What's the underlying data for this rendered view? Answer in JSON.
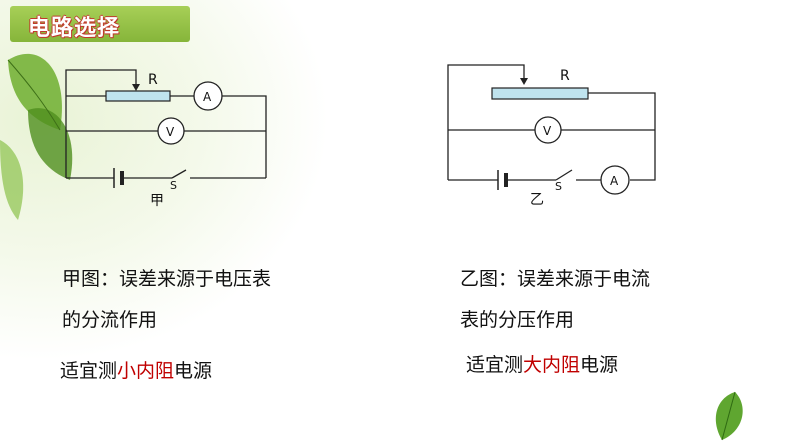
{
  "title": "电路选择",
  "diagram_a": {
    "resistor_label": "R",
    "ammeter_label": "A",
    "voltmeter_label": "V",
    "switch_label": "S",
    "circuit_label": "甲"
  },
  "diagram_b": {
    "resistor_label": "R",
    "ammeter_label": "A",
    "voltmeter_label": "V",
    "switch_label": "S",
    "circuit_label": "乙"
  },
  "caption_a": {
    "line1": "甲图：误差来源于电压表",
    "line2": "的分流作用",
    "suitable_prefix": "适宜测",
    "suitable_highlight": "小内阻",
    "suitable_suffix": "电源"
  },
  "caption_b": {
    "line1": "乙图：误差来源于电流",
    "line2": "表的分压作用",
    "suitable_prefix": "适宜测",
    "suitable_highlight": "大内阻",
    "suitable_suffix": "电源"
  },
  "colors": {
    "banner": "#93c247",
    "title_outline": "#c0392b",
    "highlight": "#c00000",
    "resistor_fill": "#bfe3ee"
  }
}
